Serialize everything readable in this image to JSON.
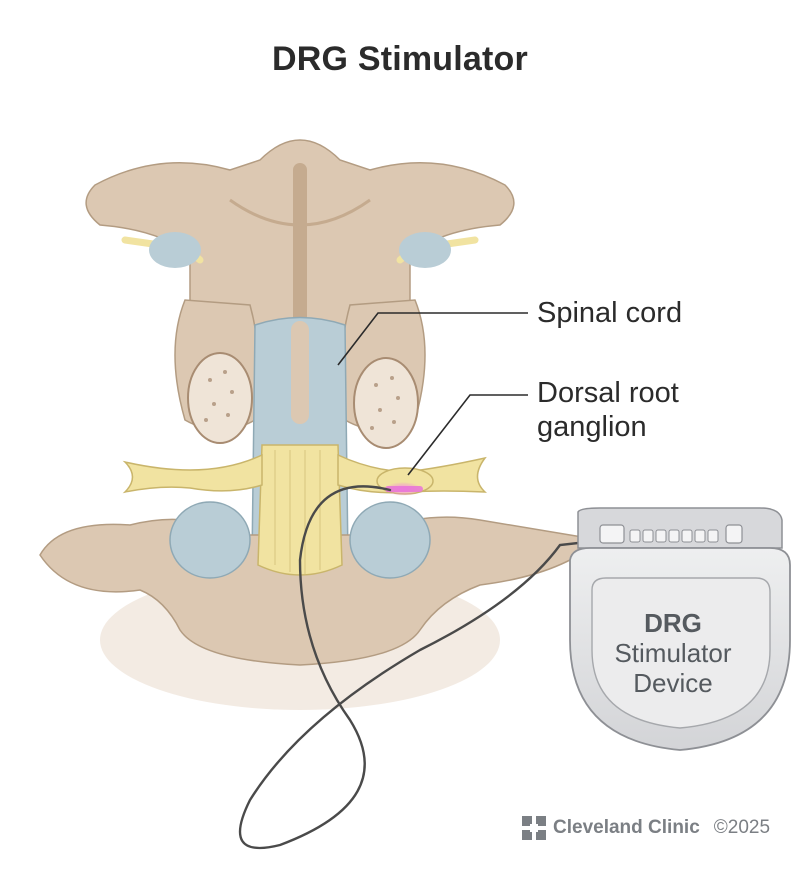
{
  "title": "DRG Stimulator",
  "labels": {
    "spinal_cord": "Spinal cord",
    "dorsal_root_line1": "Dorsal root",
    "dorsal_root_line2": "ganglion"
  },
  "device": {
    "line1": "DRG",
    "line2": "Stimulator",
    "line3": "Device"
  },
  "credit": {
    "organization": "Cleveland Clinic",
    "copyright": "©2025",
    "logo_icon": "cleveland-clinic-logo-icon"
  },
  "colors": {
    "bone": "#dcc8b2",
    "bone_shadow": "#c5ab8f",
    "disc": "#b9cdd6",
    "nerve": "#f1e3a1",
    "nerve_outline": "#c9b56b",
    "device_body": "#e1e2e4",
    "stim_glow": "#e873d8",
    "text": "#2b2b2b"
  }
}
